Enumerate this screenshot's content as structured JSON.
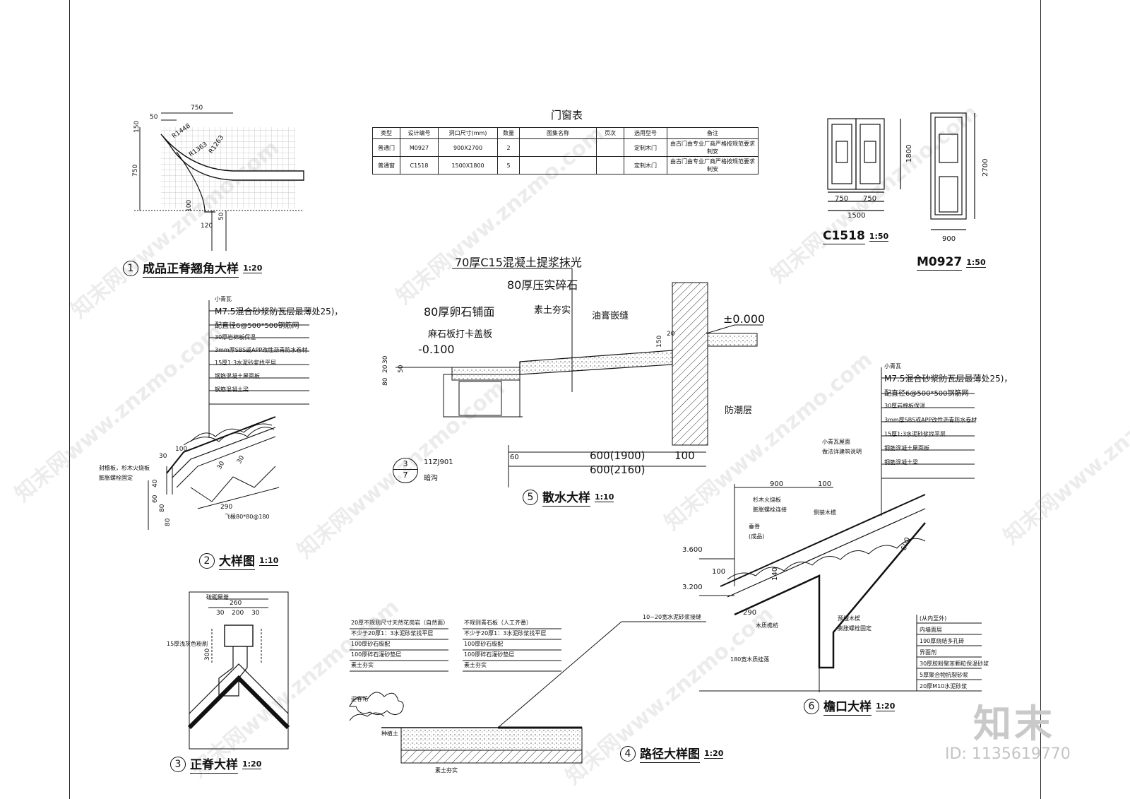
{
  "sheet": {
    "watermark": "知末网www.znzmo.com",
    "brand": "知末",
    "id_label": "ID: 1135619770"
  },
  "door_window_table": {
    "title": "门窗表",
    "headers": [
      "类型",
      "设计编号",
      "洞口尺寸(mm)",
      "数量",
      "图集名称",
      "页次",
      "选用型号",
      "备注"
    ],
    "rows": [
      [
        "普通门",
        "M0927",
        "900X2700",
        "2",
        "",
        "",
        "定制木门",
        "由古门由专业厂商严格按规范要求制安"
      ],
      [
        "普通窗",
        "C1518",
        "1500X1800",
        "5",
        "",
        "",
        "定制木门",
        "由古门由专业厂商严格按规范要求制安"
      ]
    ]
  },
  "details": {
    "d1": {
      "num": "1",
      "title": "成品正脊翘角大样",
      "scale": "1:20",
      "dims": [
        "750",
        "50",
        "150",
        "R1448",
        "R1363",
        "R1263",
        "750",
        "100",
        "120",
        "50"
      ]
    },
    "d2": {
      "num": "2",
      "title": "大样图",
      "scale": "1:10",
      "notes": [
        "小青瓦",
        "M7.5混合砂浆防瓦层最薄处25)，",
        "配直径6@500*500钢筋网",
        "30厚岩棉板保温",
        "3mm厚SBS或APP改性沥青防水卷材",
        "15厚1:3水泥砂浆找平层",
        "钢筋混凝土屋面板",
        "钢筋混凝土梁"
      ],
      "labels": [
        "封檐板，杉木火烧板",
        "膨胀螺栓固定",
        "飞椽80*80@180"
      ],
      "dims": [
        "30",
        "100",
        "30",
        "30",
        "40",
        "60",
        "80",
        "80",
        "290"
      ]
    },
    "d3": {
      "num": "3",
      "title": "正脊大样",
      "scale": "1:20",
      "labels": [
        "砖砌屋脊",
        "15厚浅灰色粉刷"
      ],
      "dims": [
        "260",
        "30",
        "200",
        "30",
        "300"
      ]
    },
    "d4": {
      "num": "4",
      "title": "路径大样图",
      "scale": "1:20",
      "col1": [
        "20厚不规则尺寸天然花岗岩（自然面）",
        "不少于20厚1：3水泥砂浆找平层",
        "100厚砂石级配",
        "100厚碎石灌砂垫层",
        "素土夯实"
      ],
      "col2": [
        "不规则青石板（人工齐番）",
        "不少于20厚1：3水泥砂浆找平层",
        "100厚砂石级配",
        "100厚碎石灌砂垫层",
        "素土夯实"
      ],
      "labels": [
        "10~20宽水泥砂浆接缝",
        "迎春花",
        "种植土",
        "素土夯实"
      ]
    },
    "d5": {
      "num": "5",
      "title": "散水大样",
      "scale": "1:10",
      "labels": [
        "70厚C15混凝土提浆抹光",
        "80厚压实碎石",
        "素土夯实",
        "80厚卵石铺面",
        "麻石板打卡盖板",
        "油膏嵌缝",
        "防潮层",
        "11ZJ901",
        "暗沟"
      ],
      "levels": [
        "-0.100",
        "±0.000"
      ],
      "ref": {
        "top": "3",
        "bottom": "7"
      },
      "dims": [
        "20",
        "30",
        "50",
        "80",
        "150",
        "20",
        "60",
        "600(1900)",
        "100",
        "600(2160)"
      ]
    },
    "d6": {
      "num": "6",
      "title": "檐口大样",
      "scale": "1:20",
      "notes": [
        "小青瓦",
        "M7.5混合砂浆防瓦层最薄处25)，",
        "配直径6@500*500钢筋网",
        "30厚岩棉板保温",
        "3mm厚SBS或APP改性沥青防水卷材",
        "15厚1:3水泥砂浆找平层",
        "钢筋混凝土屋面板",
        "钢筋混凝土梁"
      ],
      "wall_notes_title": "(从内至外)",
      "wall_notes": [
        "内墙面层",
        "190厚烧结多孔砖",
        "界面剂",
        "30厚胶粉聚苯颗粒保温砂浆",
        "5厚聚合物抗裂砂浆",
        "20厚M10水泥砂浆"
      ],
      "labels": [
        "小青瓦屋面",
        "做法详建筑说明",
        "杉木火烧板",
        "膨胀螺栓连接",
        "垂脊",
        "(成品)",
        "侧装木檐",
        "预埋木楔",
        "膨胀螺栓固定",
        "木质檐枋",
        "180宽木质挂落"
      ],
      "levels": [
        "3.600",
        "3.200"
      ],
      "dims": [
        "900",
        "100",
        "600",
        "100",
        "140",
        "290"
      ]
    },
    "c1518": {
      "title": "C1518",
      "scale": "1:50",
      "dims": [
        "750",
        "750",
        "1500",
        "1800"
      ]
    },
    "m0927": {
      "title": "M0927",
      "scale": "1:50",
      "dims": [
        "900",
        "2700"
      ]
    }
  }
}
